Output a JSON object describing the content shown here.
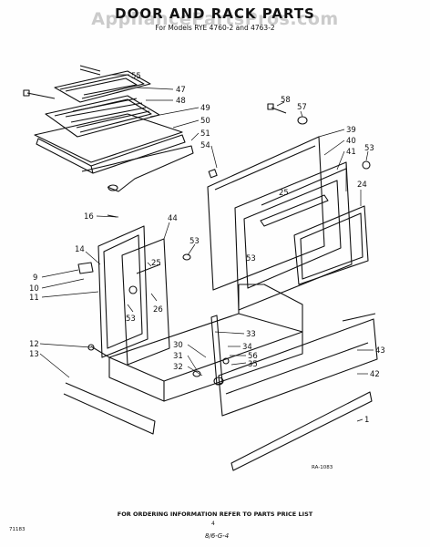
{
  "header": {
    "title": "DOOR AND RACK PARTS",
    "watermark": "AppliancePartsPros.com",
    "subtitle": "For Models RYE 4760-2 and 4763-2"
  },
  "labels": {
    "p55": "55",
    "p47": "47",
    "p48": "48",
    "p49": "49",
    "p50": "50",
    "p51": "51",
    "p54": "54",
    "p58": "58",
    "p57": "57",
    "p39": "39",
    "p40": "40",
    "p41": "41",
    "p53a": "53",
    "p24": "24",
    "p25a": "25",
    "p53b": "53",
    "p16": "16",
    "p44": "44",
    "p53c": "53",
    "p14": "14",
    "p25b": "25",
    "p9": "9",
    "p10": "10",
    "p11": "11",
    "p26": "26",
    "p53d": "53",
    "p33": "33",
    "p12": "12",
    "p13": "13",
    "p30": "30",
    "p34": "34",
    "p56": "56",
    "p31": "31",
    "p43": "43",
    "p32": "32",
    "p35": "35",
    "p42": "42",
    "p1": "1"
  },
  "footer": {
    "ordering_note": "FOR ORDERING INFORMATION REFER TO PARTS PRICE LIST",
    "page_number": "4",
    "diagram_code": "RA-1083",
    "doc_code": "71183",
    "signature": "8/6-G-4"
  }
}
